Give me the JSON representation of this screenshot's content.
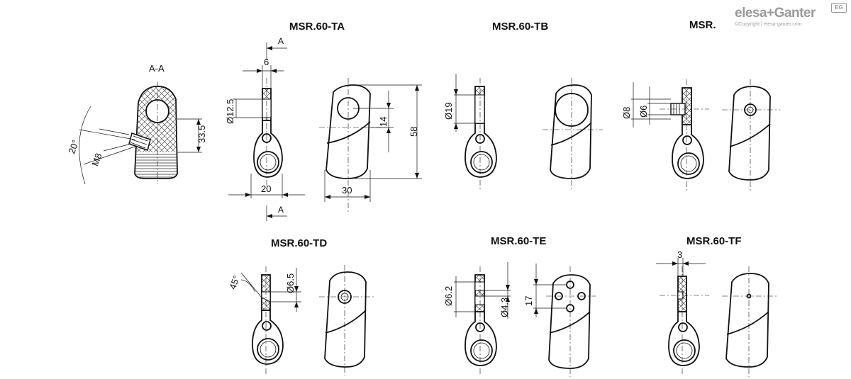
{
  "brand": {
    "logo_text": "elesa+Ganter",
    "copyright": "©Copyright | elesa-ganter.com",
    "badge": "EG"
  },
  "variants": {
    "ta": "MSR.60-TA",
    "tb": "MSR.60-TB",
    "tc": "MSR.",
    "td": "MSR.60-TD",
    "te": "MSR.60-TE",
    "tf": "MSR.60-TF"
  },
  "section": {
    "title": "A-A",
    "angle": "20°",
    "thread": "M8",
    "height": "33.5"
  },
  "ta": {
    "section_mark_top": "A",
    "section_mark_bottom": "A",
    "thickness": "6",
    "hole_dia": "Ø12.5",
    "base_width": "20",
    "front_width": "30",
    "hole_offset": "14",
    "height": "58"
  },
  "tb": {
    "hole_dia": "Ø19"
  },
  "tc": {
    "outer_dia": "Ø8",
    "inner_dia": "Ø6"
  },
  "td": {
    "angle": "45°",
    "hole_dia": "Ø6.5"
  },
  "te": {
    "outer_dia": "Ø6.2",
    "inner_dia": "Ø4.3",
    "spacing": "17"
  },
  "tf": {
    "thickness": "3"
  }
}
